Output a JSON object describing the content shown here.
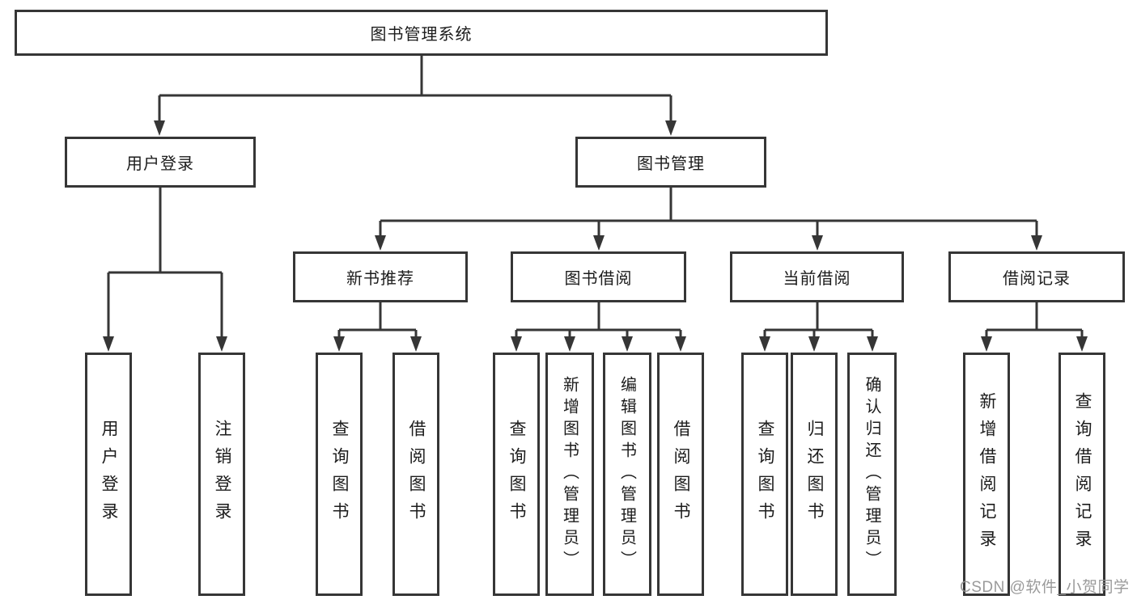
{
  "diagram_title": "图书管理系统",
  "watermark": "CSDN @软件_小贺同学",
  "colors": {
    "line": "#363636",
    "box_border": "#363636",
    "box_fill": "#ffffff",
    "text": "#1c1c1c",
    "watermark": "#919191"
  },
  "tree": {
    "label": "图书管理系统",
    "children": [
      {
        "label": "用户登录",
        "children": [
          {
            "label": "用户登录"
          },
          {
            "label": "注销登录"
          }
        ]
      },
      {
        "label": "图书管理",
        "children": [
          {
            "label": "新书推荐",
            "children": [
              {
                "label": "查询图书"
              },
              {
                "label": "借阅图书"
              }
            ]
          },
          {
            "label": "图书借阅",
            "children": [
              {
                "label": "查询图书"
              },
              {
                "label": "新增图书（管理员）"
              },
              {
                "label": "编辑图书（管理员）"
              },
              {
                "label": "借阅图书"
              }
            ]
          },
          {
            "label": "当前借阅",
            "children": [
              {
                "label": "查询图书"
              },
              {
                "label": "归还图书"
              },
              {
                "label": "确认归还（管理员）"
              }
            ]
          },
          {
            "label": "借阅记录",
            "children": [
              {
                "label": "新增借阅记录"
              },
              {
                "label": "查询借阅记录"
              }
            ]
          }
        ]
      }
    ]
  }
}
